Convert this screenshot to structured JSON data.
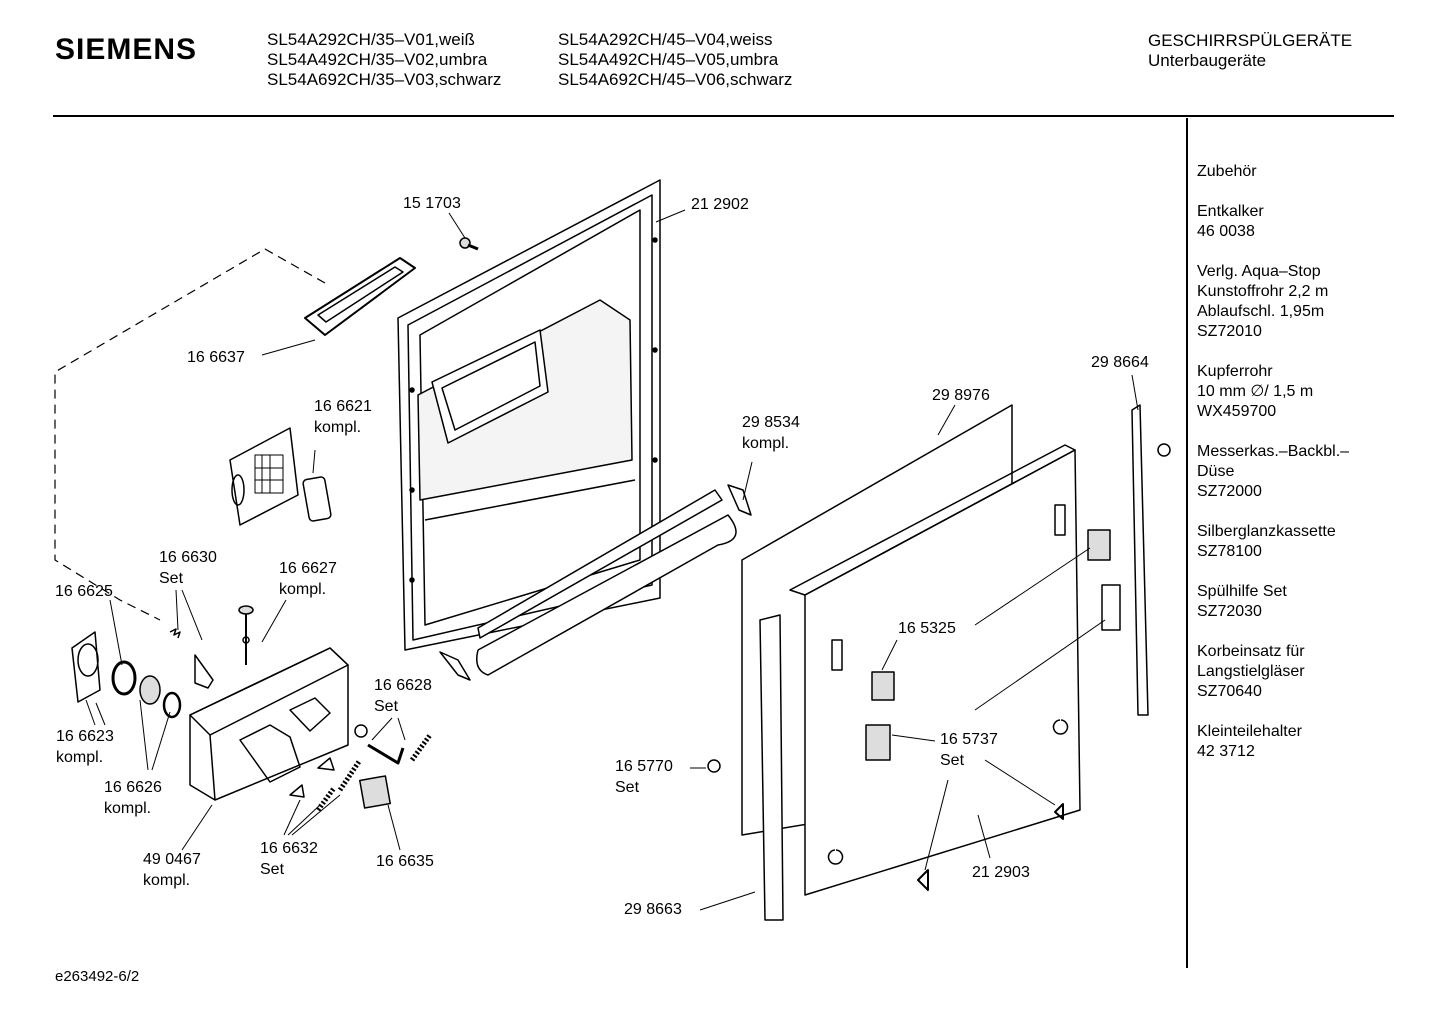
{
  "header": {
    "brand": "SIEMENS",
    "models_col1": [
      "SL54A292CH/35–V01,weiß",
      "SL54A492CH/35–V02,umbra",
      "SL54A692CH/35–V03,schwarz"
    ],
    "models_col2": [
      "SL54A292CH/45–V04,weiss",
      "SL54A492CH/45–V05,umbra",
      "SL54A692CH/45–V06,schwarz"
    ],
    "category": "GESCHIRRSPÜLGERÄTE",
    "subcategory": "Unterbaugeräte"
  },
  "accessories": {
    "title": "Zubehör",
    "items": [
      [
        "Entkalker",
        "46 0038"
      ],
      [
        "Verlg. Aqua–Stop",
        "Kunstoffrohr 2,2 m",
        "Ablaufschl. 1,95m",
        "SZ72010"
      ],
      [
        "Kupferrohr",
        "10 mm ∅/ 1,5 m",
        "WX459700"
      ],
      [
        "Messerkas.–Backbl.–",
        "Düse",
        "SZ72000"
      ],
      [
        "Silberglanzkassette",
        "SZ78100"
      ],
      [
        "Spülhilfe Set",
        "SZ72030"
      ],
      [
        "Korbeinsatz für",
        "Langstielgläser",
        "SZ70640"
      ],
      [
        "Kleinteilehalter",
        "42 3712"
      ]
    ]
  },
  "parts": {
    "p151703": "15 1703",
    "p212902": "21 2902",
    "p166637": "16 6637",
    "p166621": "16 6621",
    "p166621_sub": "kompl.",
    "p166630": "16 6630",
    "p166630_sub": "Set",
    "p166627": "16 6627",
    "p166627_sub": "kompl.",
    "p166625": "16 6625",
    "p166623": "16 6623",
    "p166623_sub": "kompl.",
    "p166626": "16 6626",
    "p166626_sub": "kompl.",
    "p490467": "49 0467",
    "p490467_sub": "kompl.",
    "p166628": "16 6628",
    "p166628_sub": "Set",
    "p166632": "16 6632",
    "p166632_sub": "Set",
    "p166635": "16 6635",
    "p298534": "29 8534",
    "p298534_sub": "kompl.",
    "p298976": "29 8976",
    "p298664": "29 8664",
    "p165325": "16 5325",
    "p165737": "16 5737",
    "p165737_sub": "Set",
    "p165770": "16 5770",
    "p165770_sub": "Set",
    "p212903": "21 2903",
    "p298663": "29 8663"
  },
  "footer": {
    "code": "e263492-6/2"
  }
}
